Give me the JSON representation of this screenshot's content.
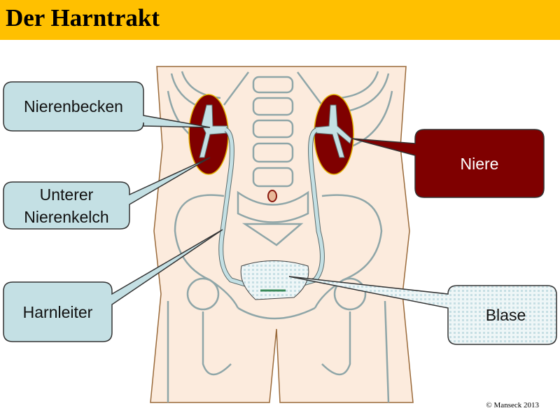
{
  "title": "Der Harntrakt",
  "labels": {
    "nierenbecken": "Nierenbecken",
    "unterer_nierenkelch": "Unterer Nierenkelch",
    "harnleiter": "Harnleiter",
    "niere": "Niere",
    "blase": "Blase"
  },
  "copyright": "© Manseck 2013",
  "colors": {
    "title_bar": "#FFC000",
    "kidney": "#7F0000",
    "callout": "#C4E0E4",
    "skin": "#FCEBDD",
    "bone_line": "#8FA6A8"
  }
}
